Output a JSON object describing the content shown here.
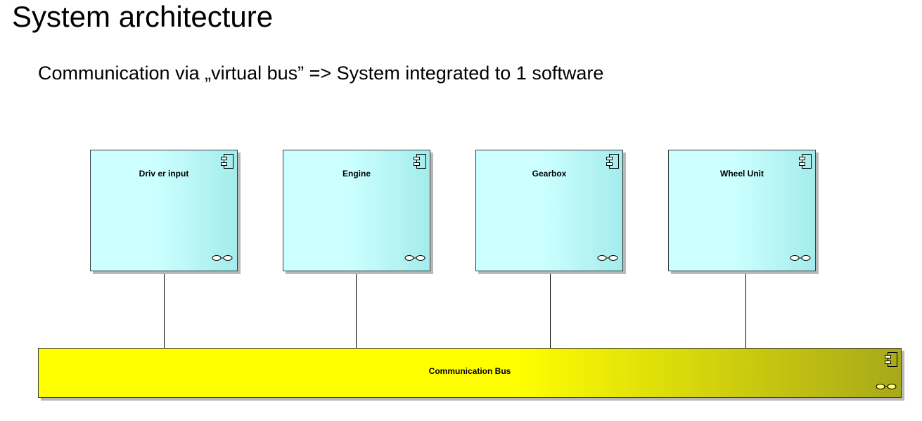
{
  "slide": {
    "title": "System architecture",
    "subtitle": "Communication via „virtual bus” => System integrated to 1 software"
  },
  "components": [
    {
      "id": "driver-input",
      "label": "Driv er input"
    },
    {
      "id": "engine",
      "label": "Engine"
    },
    {
      "id": "gearbox",
      "label": "Gearbox"
    },
    {
      "id": "wheel-unit",
      "label": "Wheel Unit"
    }
  ],
  "bus": {
    "label": "Communication Bus"
  },
  "icons": {
    "component": "uml-component-icon",
    "interface": "uml-interface-icon"
  },
  "colors": {
    "component_fill": "#ccffff",
    "component_fill_dark": "#a4ecec",
    "bus_fill": "#ffff00",
    "bus_fill_dark": "#a8a81a",
    "border": "#3a3a3a",
    "shadow": "#b8b8b8"
  }
}
